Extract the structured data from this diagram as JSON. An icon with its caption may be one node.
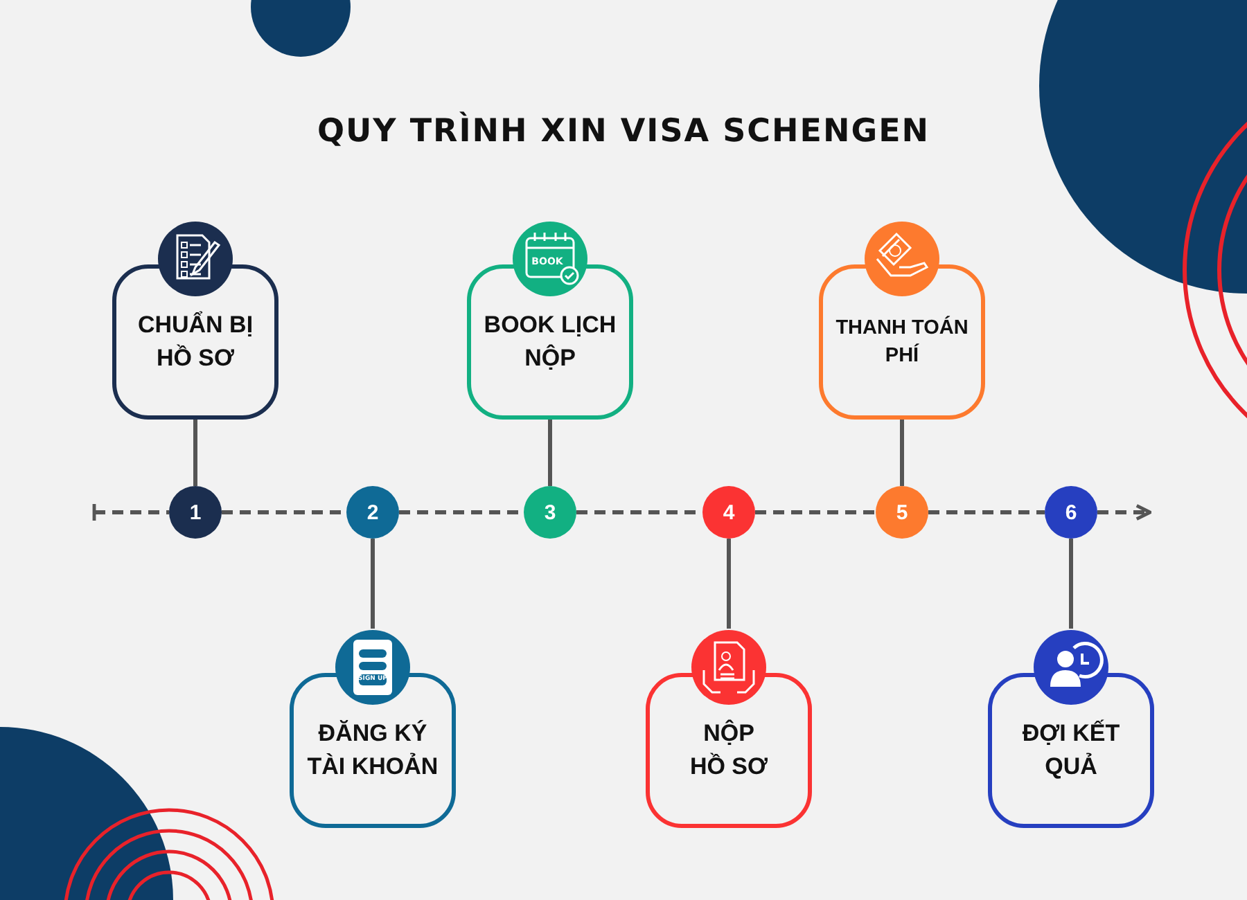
{
  "diagram": {
    "title": "QUY TRÌNH XIN VISA SCHENGEN",
    "nodes": [
      {
        "text": [
          "CHUẨN BỊ HỒ SƠ"
        ]
      },
      {
        "text": [
          "ĐĂNG KÝ TÀI KHOẢN"
        ]
      },
      {
        "text": [
          "BOOK LỊCH NỘP"
        ]
      },
      {
        "text": [
          "NỘP HỒ SƠ"
        ]
      },
      {
        "text": [
          "THANH TOÁN PHÍ"
        ]
      },
      {
        "text": [
          "ĐỢI KẾT QUẢ"
        ]
      },
      {
        "text": [
          "1"
        ]
      },
      {
        "text": [
          "2"
        ]
      },
      {
        "text": [
          "3"
        ]
      },
      {
        "text": [
          "4"
        ]
      },
      {
        "text": [
          "5"
        ]
      },
      {
        "text": [
          "6"
        ]
      }
    ],
    "edges": [
      {
        "from": 0,
        "to": 6,
        "arrow": "none"
      },
      {
        "from": 7,
        "to": 1,
        "arrow": "none"
      },
      {
        "from": 2,
        "to": 8,
        "arrow": "none"
      },
      {
        "from": 9,
        "to": 3,
        "arrow": "none"
      },
      {
        "from": 4,
        "to": 10,
        "arrow": "none"
      },
      {
        "from": 11,
        "to": 5,
        "arrow": "none"
      },
      {
        "from": null,
        "to": 6,
        "arrow": "other",
        "style": "dashed"
      },
      {
        "from": 6,
        "to": 7,
        "arrow": "none",
        "style": "dashed"
      },
      {
        "from": 7,
        "to": 8,
        "arrow": "none",
        "style": "dashed"
      },
      {
        "from": 8,
        "to": 9,
        "arrow": "none",
        "style": "dashed"
      },
      {
        "from": 9,
        "to": 10,
        "arrow": "none",
        "style": "dashed"
      },
      {
        "from": 10,
        "to": 11,
        "arrow": "none",
        "style": "dashed"
      },
      {
        "from": 11,
        "to": null,
        "arrow": "to",
        "style": "dashed"
      }
    ],
    "labels": [
      "BOOK",
      "SIGN UP"
    ]
  }
}
